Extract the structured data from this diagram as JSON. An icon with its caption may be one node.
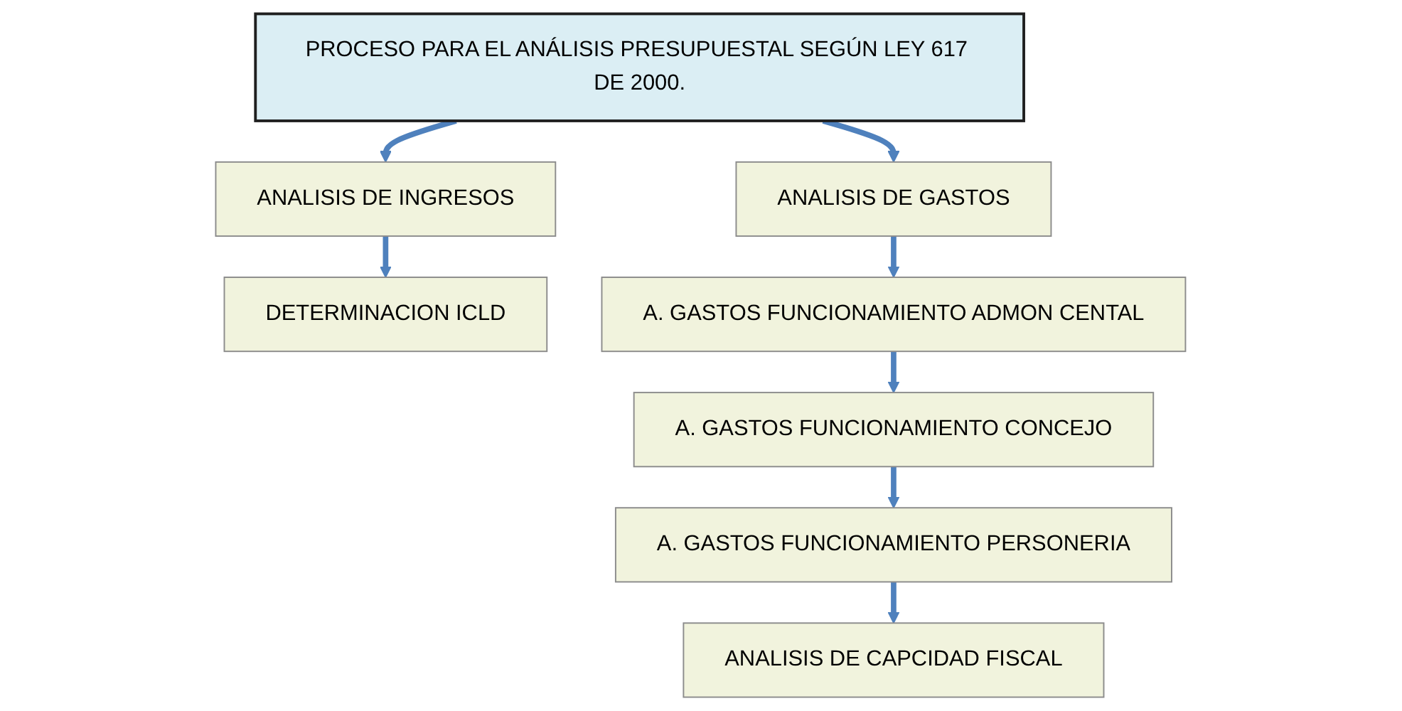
{
  "diagram": {
    "nodes": [
      {
        "text": [
          "PROCESO PARA EL ANÁLISIS PRESUPUESTAL SEGÚN LEY 617 DE 2000."
        ]
      },
      {
        "text": [
          "ANALISIS DE INGRESOS"
        ]
      },
      {
        "text": [
          "DETERMINACION ICLD"
        ]
      },
      {
        "text": [
          "ANALISIS DE GASTOS"
        ]
      },
      {
        "text": [
          "A. GASTOS FUNCIONAMIENTO ADMON CENTAL"
        ]
      },
      {
        "text": [
          "A. GASTOS FUNCIONAMIENTO CONCEJO"
        ]
      },
      {
        "text": [
          "A. GASTOS FUNCIONAMIENTO PERSONERIA"
        ]
      },
      {
        "text": [
          "ANALISIS DE CAPCIDAD FISCAL"
        ]
      }
    ],
    "edges": [
      {
        "from": 0,
        "to": 1,
        "arrow": "to"
      },
      {
        "from": 1,
        "to": 2,
        "arrow": "to"
      },
      {
        "from": 0,
        "to": 3,
        "arrow": "to"
      },
      {
        "from": 3,
        "to": 4,
        "arrow": "to"
      },
      {
        "from": 4,
        "to": 5,
        "arrow": "to"
      },
      {
        "from": 5,
        "to": 6,
        "arrow": "to"
      },
      {
        "from": 6,
        "to": 7,
        "arrow": "to"
      }
    ]
  }
}
